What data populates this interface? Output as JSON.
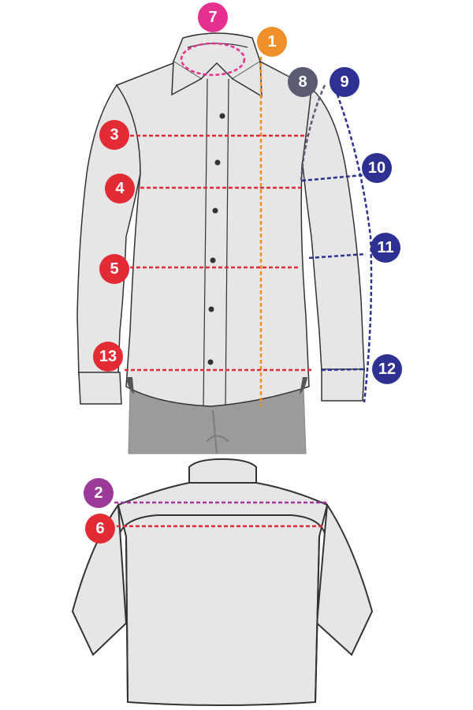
{
  "colors": {
    "shirt_fill": "#e6e6e6",
    "shirt_stroke": "#333333",
    "pants_fill": "#9b9b9b",
    "red": "#e32b35",
    "magenta": "#e5308f",
    "orange": "#f0902a",
    "slate": "#5a5a72",
    "navy": "#2e3192",
    "purple": "#9b3a99"
  },
  "front_view": {
    "markers": [
      {
        "id": "collar",
        "label": "7",
        "color": "magenta"
      },
      {
        "id": "length",
        "label": "1",
        "color": "orange"
      },
      {
        "id": "shoulder-point",
        "label": "8",
        "color": "slate"
      },
      {
        "id": "sleeve-length",
        "label": "9",
        "color": "navy"
      },
      {
        "id": "chest",
        "label": "3",
        "color": "red"
      },
      {
        "id": "bicep",
        "label": "10",
        "color": "navy"
      },
      {
        "id": "waist",
        "label": "4",
        "color": "red"
      },
      {
        "id": "forearm",
        "label": "11",
        "color": "navy"
      },
      {
        "id": "hip",
        "label": "5",
        "color": "red"
      },
      {
        "id": "hem",
        "label": "13",
        "color": "red"
      },
      {
        "id": "cuff",
        "label": "12",
        "color": "navy"
      }
    ]
  },
  "back_view": {
    "markers": [
      {
        "id": "shoulder-width",
        "label": "2",
        "color": "purple"
      },
      {
        "id": "yoke",
        "label": "6",
        "color": "red"
      }
    ]
  }
}
